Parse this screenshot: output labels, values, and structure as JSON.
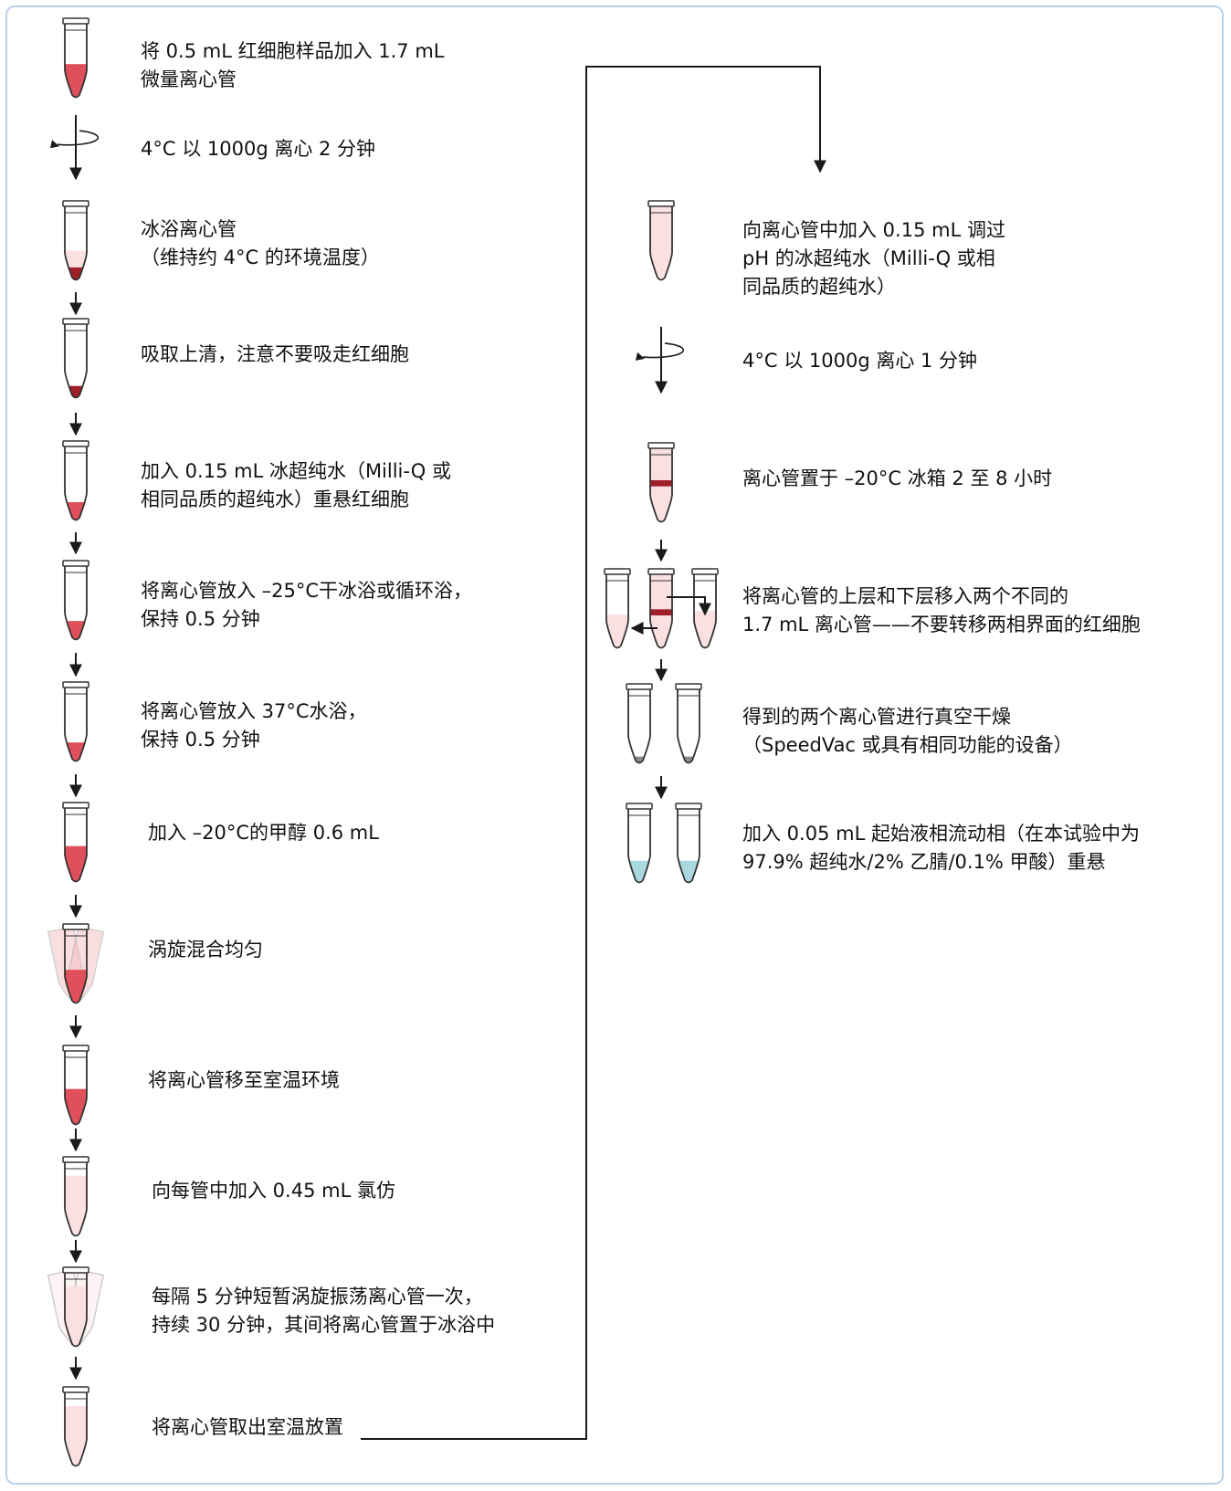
{
  "colors": {
    "frame": "#b9d3ea",
    "tube_outline": "#333333",
    "rbc_red": "#e0505a",
    "dark_red": "#a01f29",
    "pink": "#fbe0e2",
    "cyan": "#a9d9df",
    "gray_pellet": "#8a8a8a",
    "line": "#1a1a1a"
  },
  "icons": {
    "tube": "microcentrifuge-tube-icon",
    "centrifuge": "centrifuge-rotation-icon",
    "vortex": "vortex-tube-icon"
  },
  "left_steps": [
    {
      "lines": [
        "将 0.5 mL 红细胞样品加入 1.7 mL",
        "微量离心管"
      ]
    },
    {
      "lines": [
        "4°C 以 1000g 离心 2 分钟"
      ]
    },
    {
      "lines": [
        "冰浴离心管",
        "（维持约 4°C 的环境温度）"
      ]
    },
    {
      "lines": [
        "吸取上清，注意不要吸走红细胞"
      ]
    },
    {
      "lines": [
        "加入 0.15 mL 冰超纯水（Milli-Q 或",
        "相同品质的超纯水）重悬红细胞"
      ]
    },
    {
      "lines": [
        "将离心管放入 –25°C干冰浴或循环浴，",
        "保持 0.5 分钟"
      ]
    },
    {
      "lines": [
        "将离心管放入 37°C水浴，",
        "保持 0.5 分钟"
      ]
    },
    {
      "lines": [
        "加入 –20°C的甲醇 0.6 mL"
      ]
    },
    {
      "lines": [
        "涡旋混合均匀"
      ]
    },
    {
      "lines": [
        "将离心管移至室温环境"
      ]
    },
    {
      "lines": [
        "向每管中加入 0.45 mL 氯仿"
      ]
    },
    {
      "lines": [
        "每隔 5 分钟短暂涡旋振荡离心管一次，",
        "持续 30 分钟，其间将离心管置于冰浴中"
      ]
    },
    {
      "lines": [
        "将离心管取出室温放置"
      ]
    }
  ],
  "right_steps": [
    {
      "lines": [
        "向离心管中加入 0.15 mL 调过",
        "pH 的冰超纯水（Milli-Q 或相",
        "同品质的超纯水）"
      ]
    },
    {
      "lines": [
        "4°C 以 1000g 离心 1 分钟"
      ]
    },
    {
      "lines": [
        "离心管置于 –20°C 冰箱 2 至 8 小时"
      ]
    },
    {
      "lines": [
        "将离心管的上层和下层移入两个不同的",
        "1.7 mL 离心管——不要转移两相界面的红细胞"
      ]
    },
    {
      "lines": [
        "得到的两个离心管进行真空干燥",
        "（SpeedVac 或具有相同功能的设备）"
      ]
    },
    {
      "lines": [
        "加入 0.05 mL 起始液相流动相（在本试验中为",
        "97.9% 超纯水/2% 乙腈/0.1% 甲酸）重悬"
      ]
    }
  ]
}
